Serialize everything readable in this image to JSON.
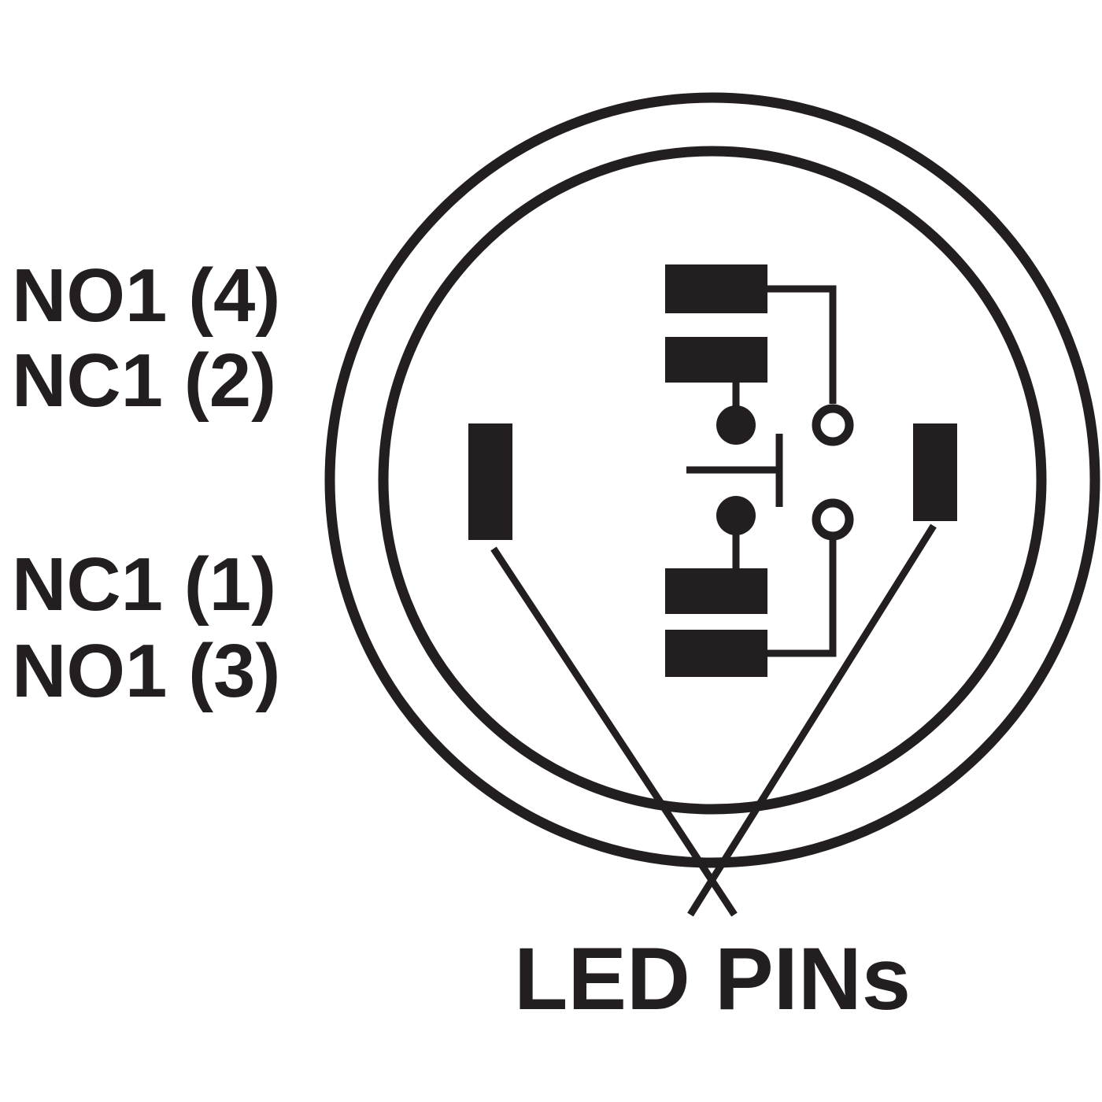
{
  "colors": {
    "ink": "#231f20",
    "background": "#ffffff"
  },
  "labels": {
    "no1_4": "NO1 (4)",
    "nc1_2": "NC1 (2)",
    "nc1_1": "NC1 (1)",
    "no1_3": "NO1 (3)",
    "led_pins": "LED PINs"
  }
}
